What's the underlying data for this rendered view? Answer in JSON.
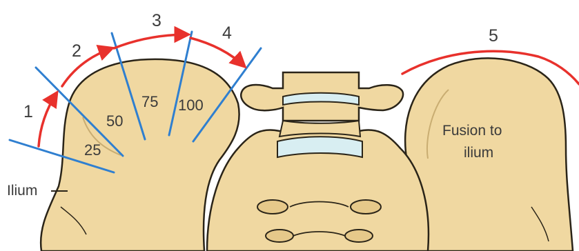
{
  "stage_numbers": [
    "1",
    "2",
    "3",
    "4",
    "5"
  ],
  "percent_labels": [
    "25",
    "50",
    "75",
    "100"
  ],
  "ilium_label": "Ilium",
  "fusion_label": [
    "Fusion to",
    "ilium"
  ],
  "colors": {
    "bone_fill": "#f0d8a1",
    "bone_outline": "#2a2418",
    "disc": "#d8eef2",
    "guide_line": "#2f7fd0",
    "arrow": "#e8312c",
    "text": "#3a3a3a"
  }
}
